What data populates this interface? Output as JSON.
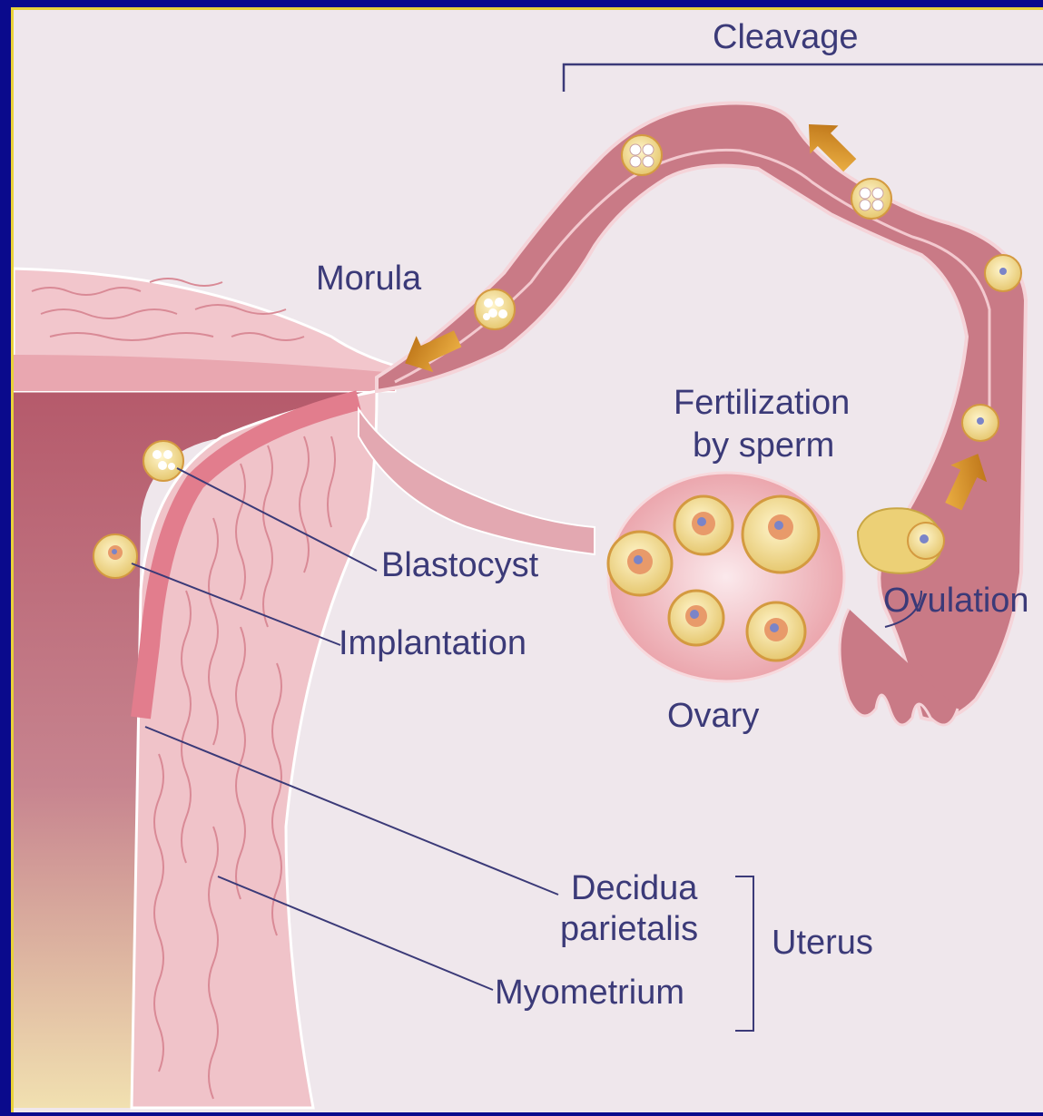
{
  "labels": {
    "cleavage": "Cleavage",
    "morula": "Morula",
    "fertilization_line1": "Fertilization",
    "fertilization_line2": "by sperm",
    "blastocyst": "Blastocyst",
    "implantation": "Implantation",
    "ovulation": "Ovulation",
    "ovary": "Ovary",
    "decidua_line1": "Decidua",
    "decidua_line2": "parietalis",
    "myometrium": "Myometrium",
    "uterus": "Uterus"
  },
  "colors": {
    "frame": "#0a0a8c",
    "border": "#e8d23a",
    "background": "#efe7ec",
    "tube": "#c97a86",
    "tube_inner": "#f3c9cf",
    "uterus_wall": "#b85d6d",
    "endometrium": "#f2c4c9",
    "follicle": "#f6e6a4",
    "ovary": "#f3b9bd",
    "arrow": "#d18f1f",
    "label_line": "#3b3a78"
  }
}
